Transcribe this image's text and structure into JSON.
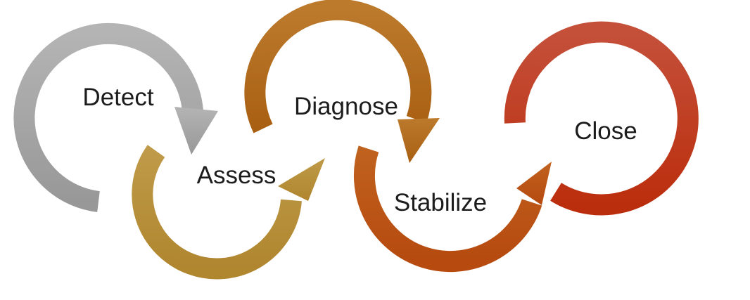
{
  "diagram": {
    "stages": [
      {
        "label": "Detect",
        "color": "#a3a3a3"
      },
      {
        "label": "Assess",
        "color": "#b8903a"
      },
      {
        "label": "Diagnose",
        "color": "#b36a1d"
      },
      {
        "label": "Stabilize",
        "color": "#c2541b"
      },
      {
        "label": "Close",
        "color": "#c23a1e"
      }
    ]
  }
}
